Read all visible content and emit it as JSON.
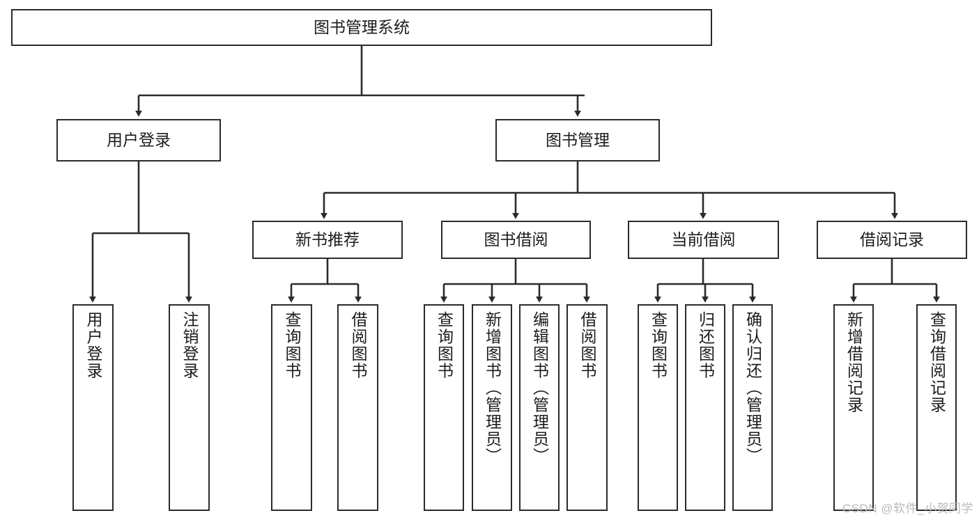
{
  "diagram": {
    "title": "图书管理系统",
    "type": "tree",
    "watermark": "CSDN @软件_小贺同学",
    "colors": {
      "border": "#2b2b2b",
      "background": "#ffffff",
      "text": "#1c1c1c",
      "edge": "#2b2b2b",
      "watermark": "#b9b9b9"
    },
    "nodes": {
      "root": {
        "label": "图书管理系统"
      },
      "level1": [
        {
          "id": "user-login",
          "label": "用户登录"
        },
        {
          "id": "book-manage",
          "label": "图书管理"
        }
      ],
      "level2": [
        {
          "id": "new-book-recommend",
          "label": "新书推荐"
        },
        {
          "id": "book-borrow",
          "label": "图书借阅"
        },
        {
          "id": "current-borrow",
          "label": "当前借阅"
        },
        {
          "id": "borrow-record",
          "label": "借阅记录"
        }
      ],
      "leaves": {
        "user-login": [
          {
            "id": "leaf-user-login",
            "label": "用户登录"
          },
          {
            "id": "leaf-logout-login",
            "label": "注销登录"
          }
        ],
        "new-book-recommend": [
          {
            "id": "leaf-query-book-1",
            "label": "查询图书"
          },
          {
            "id": "leaf-borrow-book-1",
            "label": "借阅图书"
          }
        ],
        "book-borrow": [
          {
            "id": "leaf-query-book-2",
            "label": "查询图书"
          },
          {
            "id": "leaf-add-book",
            "label": "新增图书（管理员）"
          },
          {
            "id": "leaf-edit-book",
            "label": "编辑图书（管理员）"
          },
          {
            "id": "leaf-borrow-book-2",
            "label": "借阅图书"
          }
        ],
        "current-borrow": [
          {
            "id": "leaf-query-book-3",
            "label": "查询图书"
          },
          {
            "id": "leaf-return-book",
            "label": "归还图书"
          },
          {
            "id": "leaf-confirm-return",
            "label": "确认归还（管理员）"
          }
        ],
        "borrow-record": [
          {
            "id": "leaf-add-record",
            "label": "新增借阅记录"
          },
          {
            "id": "leaf-query-record",
            "label": "查询借阅记录"
          }
        ]
      }
    }
  }
}
